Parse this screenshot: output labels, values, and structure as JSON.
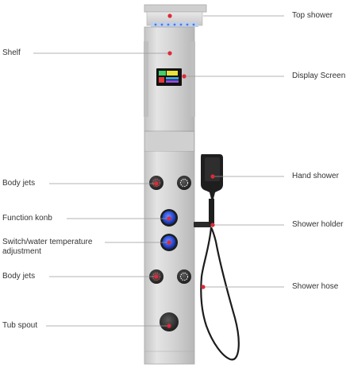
{
  "labels": {
    "top_shower": "Top shower",
    "shelf": "Shelf",
    "display_screen": "Display Screen",
    "body_jets_upper": "Body jets",
    "hand_shower": "Hand shower",
    "function_knob": "Function konb",
    "shower_holder": "Shower holder",
    "switch_temp": "Switch/water temperature adjustment",
    "body_jets_lower": "Body jets",
    "shower_hose": "Shower hose",
    "tub_spout": "Tub spout"
  },
  "colors": {
    "panel": "#d6d6d6",
    "panel_dark": "#b9b9b9",
    "leader_line": "#9a9a9a",
    "callout_dot": "#e0283a",
    "knob_blue": "#2a4fd6",
    "hose": "#1c1c1c",
    "label_text": "#333333"
  }
}
